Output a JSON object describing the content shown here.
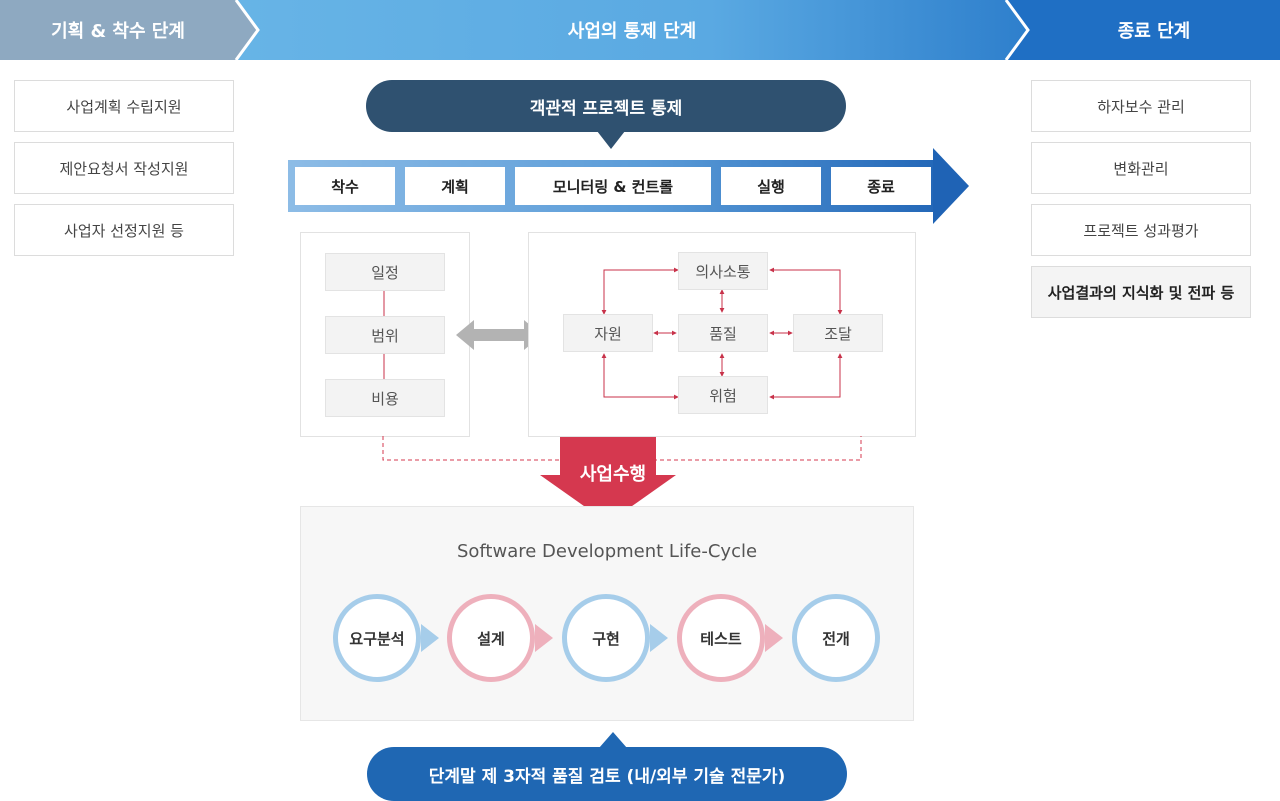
{
  "header": {
    "phase_planning": "기획 & 착수 단계",
    "phase_control": "사업의 통제 단계",
    "phase_closing": "종료 단계"
  },
  "left_items": [
    "사업계획 수립지원",
    "제안요청서 작성지원",
    "사업자 선정지원 등"
  ],
  "right_items": [
    "하자보수 관리",
    "변화관리",
    "프로젝트 성과평가",
    "사업결과의 지식화 및 전파 등"
  ],
  "control": {
    "title": "객관적 프로젝트 통제",
    "steps": [
      "착수",
      "계획",
      "모니터링 & 컨트롤",
      "실행",
      "종료"
    ]
  },
  "constraints": [
    "일정",
    "범위",
    "비용"
  ],
  "management": {
    "top": "의사소통",
    "left": "자원",
    "center": "품질",
    "right": "조달",
    "bottom": "위험"
  },
  "execution_label": "사업수행",
  "sdlc": {
    "title": "Software Development Life-Cycle",
    "phases": [
      "요구분석",
      "설계",
      "구현",
      "테스트",
      "전개"
    ]
  },
  "review_label": "단계말 제 3자적 품질 검토 (내/외부 기술 전문가)",
  "colors": {
    "header_planning": "#8ea9c1",
    "header_control": "#5aa9e2",
    "header_closing": "#1f6fc4",
    "dark_pill": "#2f5170",
    "blue_pill": "#1f67b3",
    "accent_red": "#d5384f",
    "circle_blue": "#a6cdea",
    "circle_pink": "#eeb0bc"
  }
}
